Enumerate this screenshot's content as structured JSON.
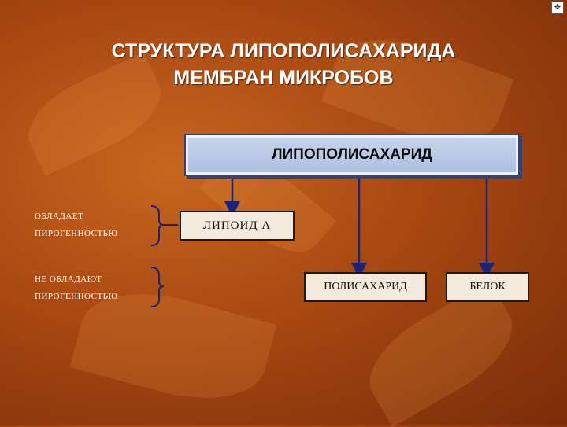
{
  "title": {
    "line1": "СТРУКТУРА ЛИПОПОЛИСАХАРИДА",
    "line2": "МЕМБРАН МИКРОБОВ"
  },
  "diagram": {
    "root": "ЛИПОПОЛИСАХАРИД",
    "children": [
      "ЛИПОИД А",
      "ПОЛИСАХАРИД",
      "БЕЛОК"
    ]
  },
  "annotations": {
    "pyrogenic_line1": "ОБЛАДАЕТ",
    "pyrogenic_line2": "ПИРОГЕННОСТЬЮ",
    "nonpyrogenic_line1": "НЕ ОБЛАДАЮТ",
    "nonpyrogenic_line2": "ПИРОГЕННОСТЬЮ"
  },
  "colors": {
    "background": "#a84812",
    "root_box": "#b8c8e8",
    "arrow": "#1a237e",
    "child_box": "#f3e9dc"
  },
  "icons": {
    "navigation": "slide-navigation-icon"
  }
}
